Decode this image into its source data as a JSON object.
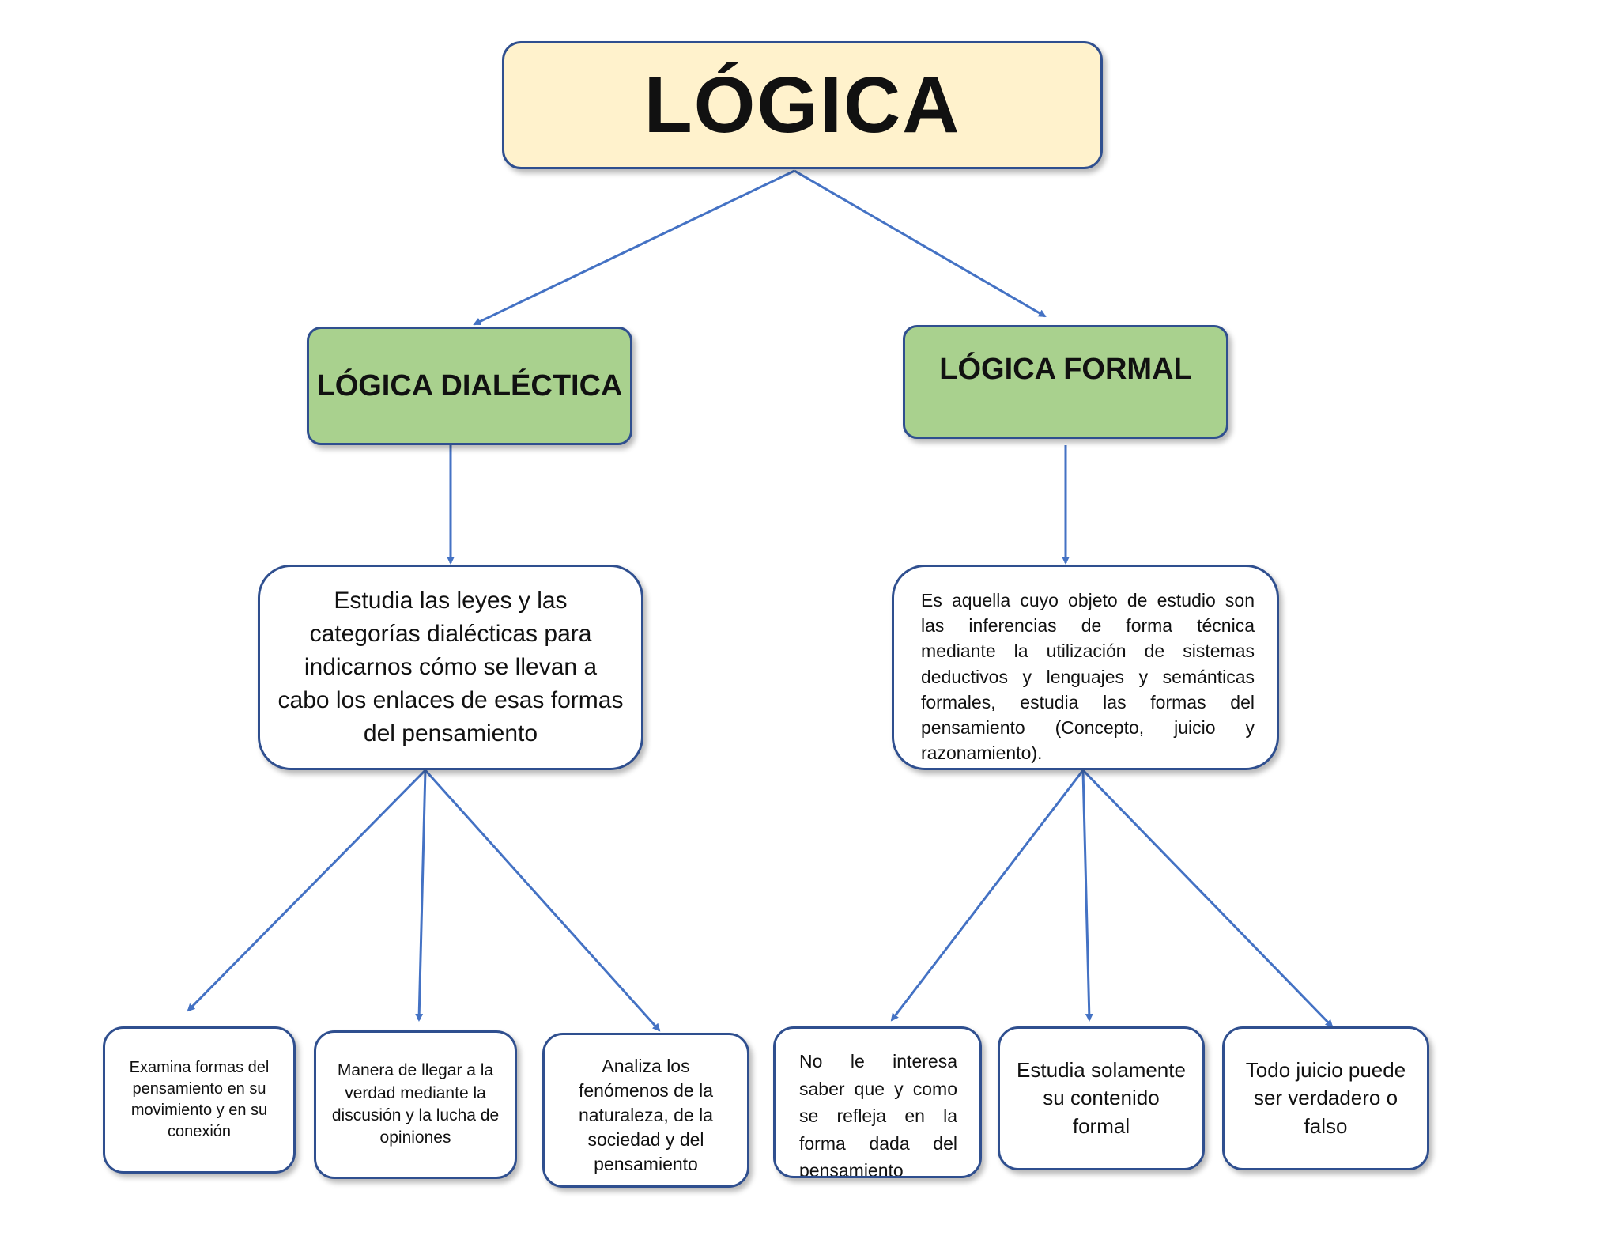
{
  "root": {
    "label": "LÓGICA"
  },
  "branches": {
    "dialectica": {
      "label": "LÓGICA DIALÉCTICA",
      "description": "Estudia las leyes y las categorías dialécticas para indicarnos cómo se llevan a cabo los enlaces de esas formas del pensamiento",
      "leaves": [
        "Examina formas del pensamiento en su movimiento y en su conexión",
        "Manera de llegar a la verdad mediante la discusión y la lucha de opiniones",
        "Analiza los fenómenos de la naturaleza, de la sociedad y del pensamiento"
      ]
    },
    "formal": {
      "label": "LÓGICA FORMAL",
      "description": "Es aquella cuyo objeto de estudio son las inferencias de forma técnica mediante la utilización de sistemas deductivos y lenguajes y semánticas formales, estudia las formas del pensamiento (Concepto, juicio y razonamiento).",
      "leaves": [
        "No le interesa saber que y como se refleja en la forma dada del pensamiento",
        "Estudia solamente su contenido formal",
        "Todo juicio puede ser verdadero o falso"
      ]
    }
  },
  "colors": {
    "connector": "#4472c4",
    "border": "#2f4f8f",
    "root_fill": "#fff2cc",
    "category_fill": "#a9d18e"
  }
}
